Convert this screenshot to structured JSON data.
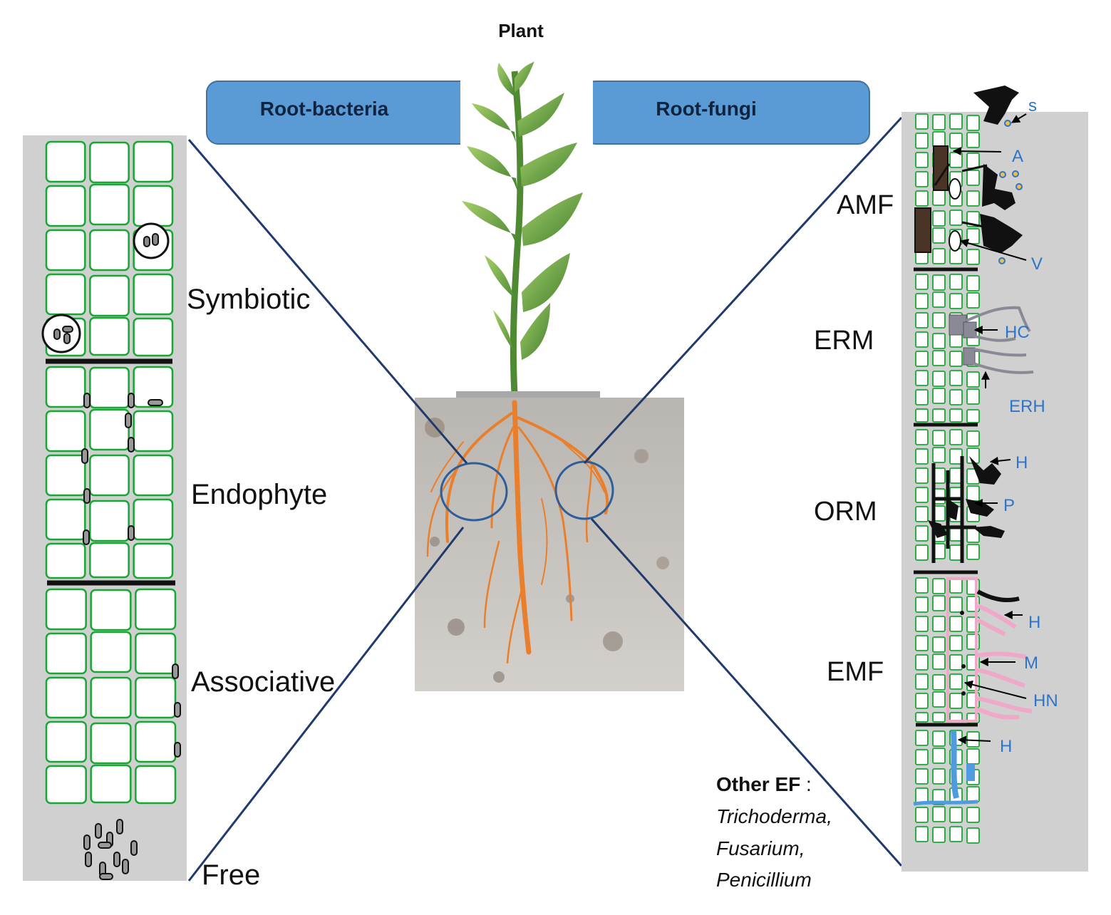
{
  "title": "Plant",
  "banners": {
    "left": "Root-bacteria",
    "right": "Root-fungi"
  },
  "bacteria_categories": [
    "Symbiotic",
    "Endophyte",
    "Associative",
    "Free"
  ],
  "fungi_categories": [
    "AMF",
    "ERM",
    "ORM",
    "EMF"
  ],
  "structure_labels": {
    "s": "s",
    "a": "A",
    "v": "V",
    "hc": "HC",
    "erh": "ERH",
    "h_orm": "H",
    "p": "P",
    "h_emf": "H",
    "m": "M",
    "hn": "HN",
    "h_bottom": "H"
  },
  "other_ef": {
    "heading": "Other EF",
    "separator": " :",
    "genera": [
      "Trichoderma,",
      "Fusarium,",
      "Penicillium"
    ]
  },
  "colors": {
    "banner": "#5b9bd5",
    "banner_border": "#41719c",
    "cell": "#16a832",
    "panel": "#d0d0d0",
    "connector": "#1f3a6b",
    "root": "#e97f2b",
    "label_blue": "#2e74c8",
    "pink_hyphae": "#f0a8c8",
    "blue_hypha": "#4f9be0",
    "erm_hyphae": "#8a8a96"
  }
}
